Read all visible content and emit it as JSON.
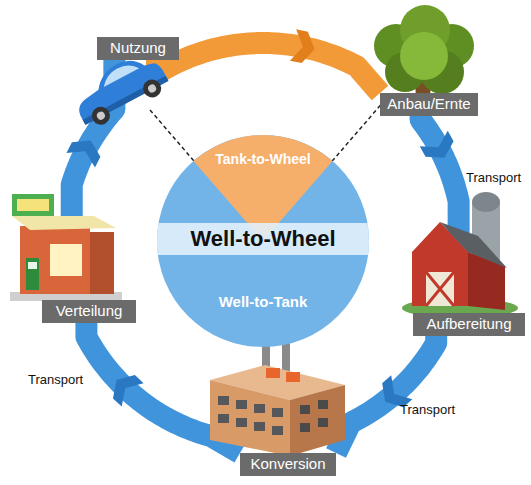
{
  "diagram": {
    "nodes": [
      {
        "text": [
          "Nutzung"
        ]
      },
      {
        "text": [
          "Anbau/Ernte"
        ]
      },
      {
        "text": [
          "Tank-to-Wheel",
          "Well-to-Wheel",
          "Well-to-Tank"
        ]
      },
      {
        "text": [
          "Verteilung"
        ]
      },
      {
        "text": [
          "Aufbereitung"
        ]
      },
      {
        "text": [
          "Konversion"
        ]
      }
    ],
    "edges": [
      {
        "from": 0,
        "to": 1,
        "arrow": "to"
      },
      {
        "from": 1,
        "to": 4,
        "label": "Transport",
        "arrow": "to"
      },
      {
        "from": 4,
        "to": 5,
        "label": "Transport",
        "arrow": "to"
      },
      {
        "from": 5,
        "to": 3,
        "label": "Transport",
        "arrow": "to"
      },
      {
        "from": 3,
        "to": 0,
        "arrow": "to"
      }
    ]
  }
}
